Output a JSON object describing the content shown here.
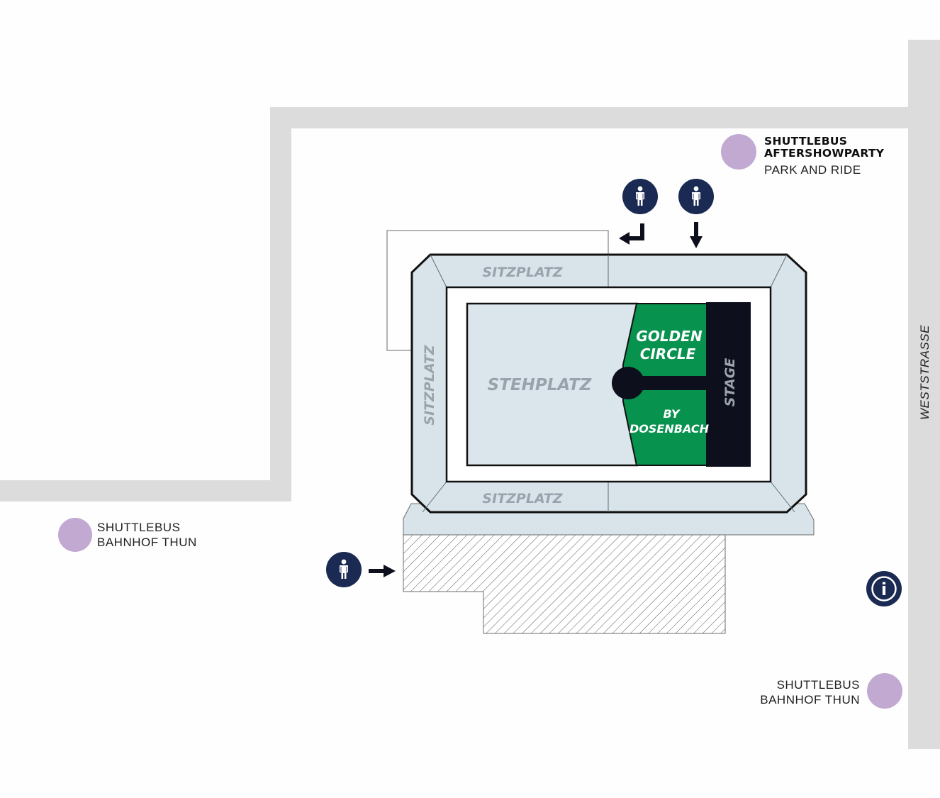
{
  "colors": {
    "road": "#dcdcdc",
    "seating": "#d8e4ea",
    "standing": "#dbe5ec",
    "golden_circle": "#07924e",
    "stage": "#0d0f1c",
    "navy_icon": "#1a2a52",
    "shuttle_dot": "#c2a9d2",
    "zone_text": "#9aa3ad"
  },
  "venue": {
    "seating_top": "SITZPLATZ",
    "seating_left": "SITZPLATZ",
    "seating_bottom": "SITZPLATZ",
    "standing": "STEHPLATZ",
    "golden_circle_line1": "GOLDEN",
    "golden_circle_line2": "CIRCLE",
    "sponsor_line1": "BY",
    "sponsor_line2": "DOSENBACH",
    "stage": "STAGE"
  },
  "street": {
    "name": "WESTSTRASSE"
  },
  "shuttles": [
    {
      "line1": "SHUTTLEBUS",
      "line2": "AFTERSHOWPARTY",
      "line3": "PARK AND RIDE"
    },
    {
      "line1": "SHUTTLEBUS",
      "line2": "BAHNHOF THUN"
    },
    {
      "line1": "SHUTTLEBUS",
      "line2": "BAHNHOF THUN"
    }
  ],
  "icons": {
    "entrance": "person-icon",
    "arrow": "arrow-icon",
    "info": "info-icon",
    "info_glyph": "i",
    "shuttle": "shuttle-stop-icon"
  }
}
